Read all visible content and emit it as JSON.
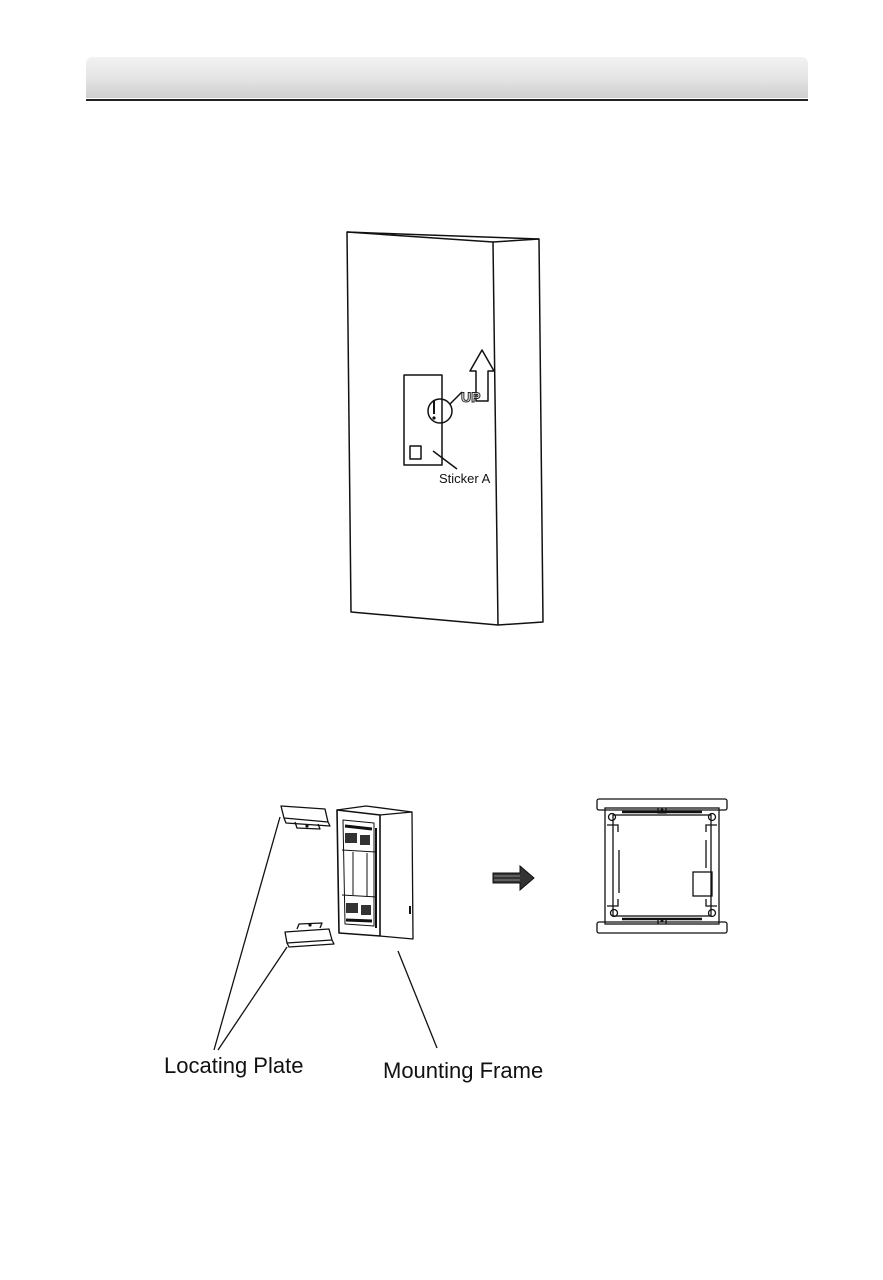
{
  "figure_top": {
    "arrow_text": "UP",
    "sticker_label": "Sticker A"
  },
  "figure_bottom": {
    "locating_plate_label": "Locating Plate",
    "mounting_frame_label": "Mounting Frame"
  }
}
